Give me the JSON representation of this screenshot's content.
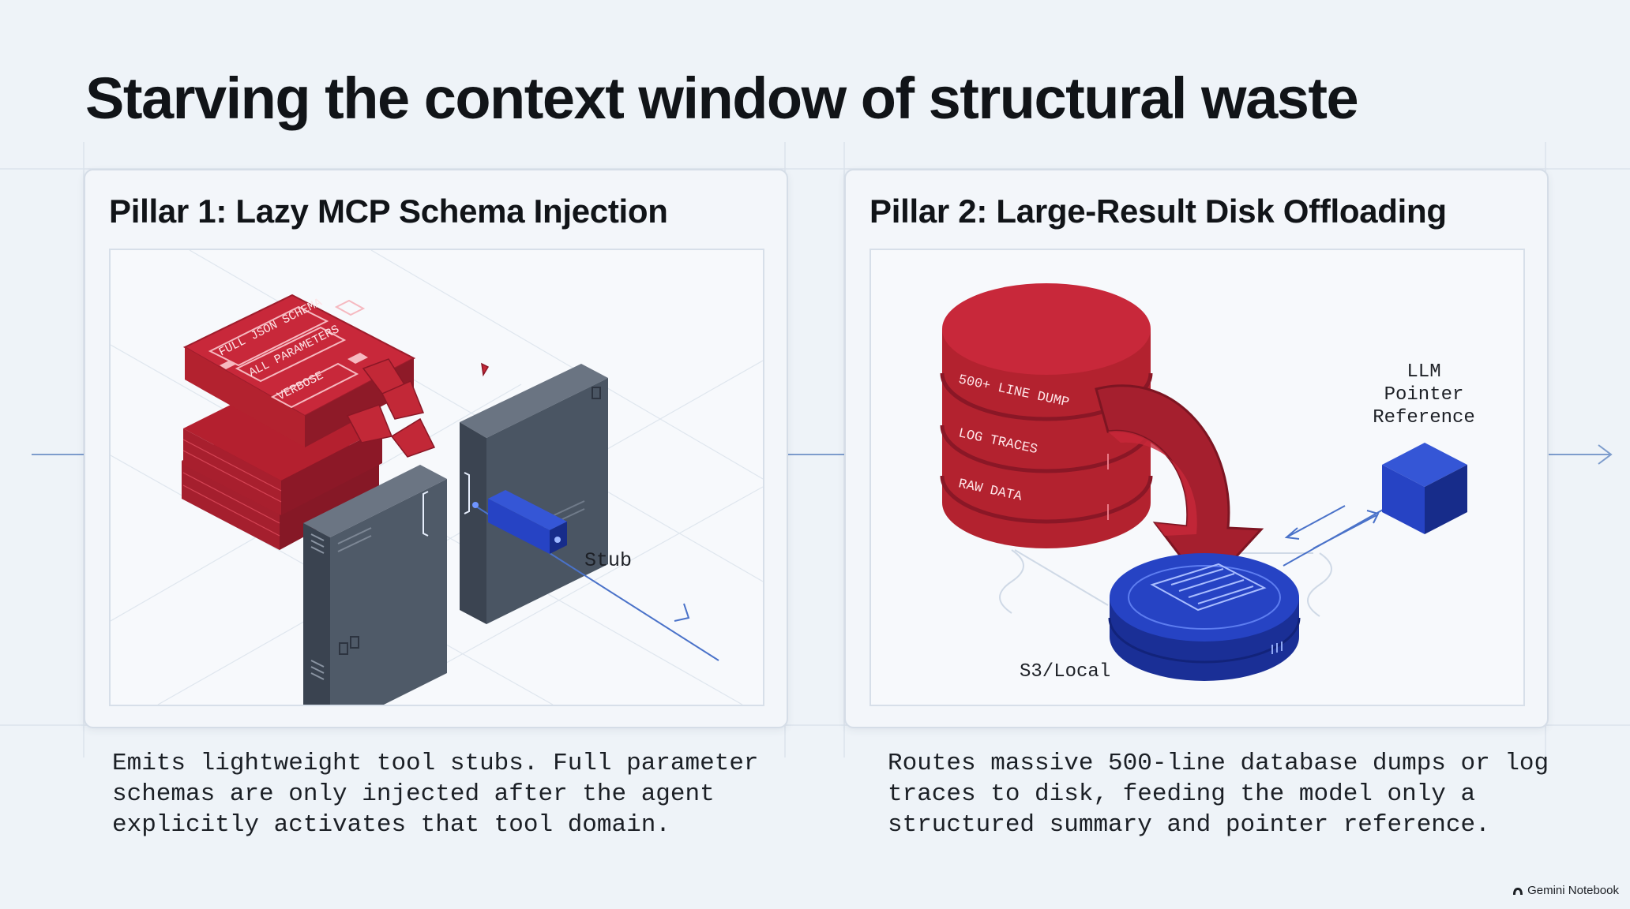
{
  "title": "Starving the context window of structural waste",
  "pillars": [
    {
      "title": "Pillar 1: Lazy MCP Schema Injection",
      "illustration": {
        "document_labels": [
          "FULL JSON SCHEMA",
          "ALL PARAMETERS",
          "VERBOSE"
        ],
        "stub_label": "Stub"
      },
      "description": "Emits lightweight tool stubs. Full parameter schemas are only injected after the agent explicitly activates that tool domain."
    },
    {
      "title": "Pillar 2: Large-Result Disk Offloading",
      "illustration": {
        "database_labels": [
          "500+ LINE DUMP",
          "LOG TRACES",
          "RAW DATA"
        ],
        "storage_label": "S3/Local",
        "pointer_label_lines": [
          "LLM",
          "Pointer",
          "Reference"
        ]
      },
      "description": "Routes massive 500-line database dumps or log traces to disk, feeding the model only a structured summary and pointer reference."
    }
  ],
  "colors": {
    "red": "#c8283a",
    "dark_red": "#8e1a28",
    "blue": "#1f3eb8",
    "slate": "#4a5563",
    "background": "#eef3f8"
  },
  "brand": "Gemini Notebook",
  "icons": [
    "arrow-right-icon",
    "gemini-logo-icon"
  ]
}
